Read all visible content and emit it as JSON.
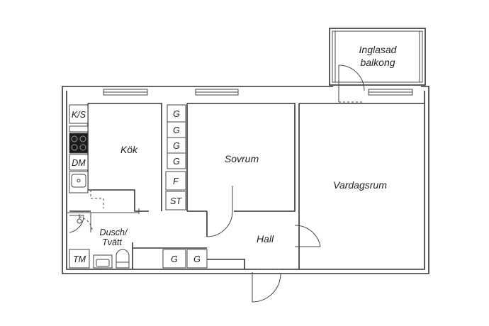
{
  "rooms": {
    "kok": "Kök",
    "sovrum": "Sovrum",
    "vardagsrum": "Vardagsrum",
    "hall": "Hall",
    "balkong_line1": "Inglasad",
    "balkong_line2": "balkong",
    "dusch_line1": "Dusch/",
    "dusch_line2": "Tvätt"
  },
  "fixtures": {
    "ks": "K/S",
    "dm": "DM",
    "tm": "TM",
    "g": "G",
    "f": "F",
    "st": "ST"
  }
}
